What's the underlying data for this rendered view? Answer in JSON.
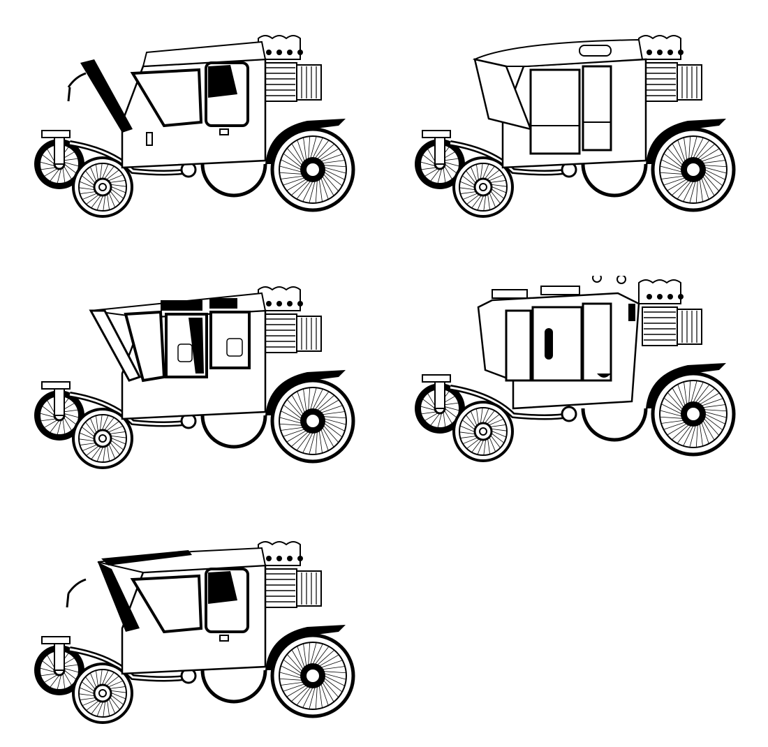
{
  "colors": {
    "ink": "#000000",
    "background": "#ffffff"
  },
  "figures": [
    {
      "id": "car1"
    },
    {
      "id": "car2"
    },
    {
      "id": "car3"
    },
    {
      "id": "car4"
    },
    {
      "id": "car5"
    }
  ]
}
